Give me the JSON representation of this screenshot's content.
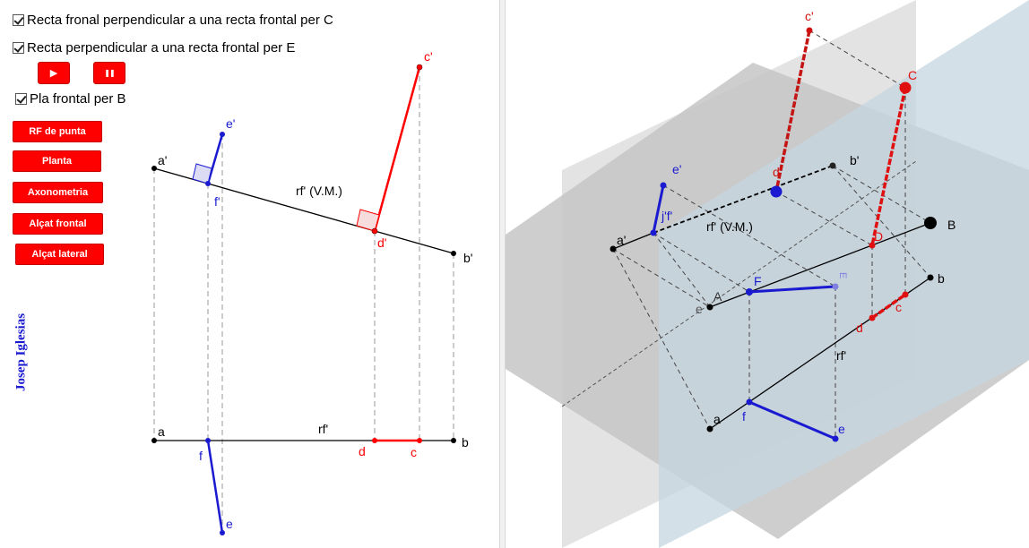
{
  "checkboxes": [
    {
      "label": "Recta fronal perpendicular a una recta frontal per C",
      "checked": true
    },
    {
      "label": "Recta perpendicular a una recta frontal per E",
      "checked": true
    },
    {
      "label": "Pla frontal per B",
      "checked": true
    }
  ],
  "playback": {
    "play_icon": "▶",
    "pause_icon": "❚❚"
  },
  "view_buttons": [
    "RF de punta",
    "Planta",
    "Axonometria",
    "Alçat frontal",
    "Alçat lateral"
  ],
  "author": "Josep Iglesias",
  "colors": {
    "red": "#ff0000",
    "blue": "#1a1ad0",
    "black": "#000000"
  },
  "left_labels": {
    "a_prime": "a'",
    "b_prime": "b'",
    "c_prime": "c'",
    "d_prime": "d'",
    "e_prime": "e'",
    "f_prime": "f'",
    "rf_vm": "rf' (V.M.)",
    "a": "a",
    "b": "b",
    "c": "c",
    "d": "d",
    "e": "e",
    "f": "f",
    "rf": "rf'"
  },
  "right_labels": {
    "c_prime": "c'",
    "C": "C",
    "d_prime": "d'",
    "b_prime": "b'",
    "e_prime": "e'",
    "jf_prime": "j'f'",
    "rf_vm": "rf' (V.M.)",
    "a_prime": "a'",
    "D": "D",
    "B": "B",
    "b": "b",
    "A": "A",
    "F": "F",
    "E": "E",
    "e_small": "e",
    "c": "c",
    "d": "d",
    "rf": "rf'",
    "a": "a",
    "f": "f",
    "e": "e"
  }
}
